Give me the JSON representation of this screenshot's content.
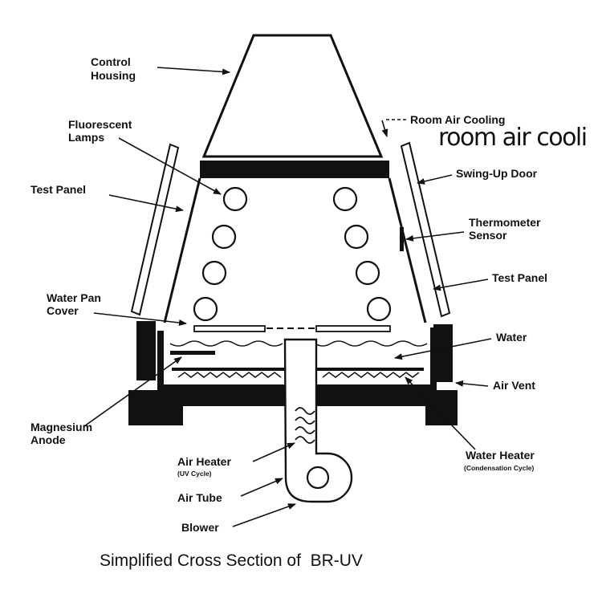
{
  "labels": {
    "control_housing": [
      "Control",
      "Housing"
    ],
    "room_air_cooling": "Room Air Cooling",
    "room_air_cooling_overlay": "room air cooli",
    "fluorescent_lamps": [
      "Fluorescent",
      "Lamps"
    ],
    "swing_up_door": "Swing-Up Door",
    "test_panel_left": "Test Panel",
    "thermometer_sensor": [
      "Thermometer",
      "Sensor"
    ],
    "test_panel_right": "Test Panel",
    "water_pan_cover": [
      "Water Pan",
      "Cover"
    ],
    "water": "Water",
    "air_vent": "Air Vent",
    "magnesium_anode": [
      "Magnesium",
      "Anode"
    ],
    "water_heater": "Water Heater",
    "water_heater_note": "(Condensation Cycle)",
    "air_heater": "Air Heater",
    "air_heater_note": "(UV Cycle)",
    "air_tube": "Air Tube",
    "blower": "Blower"
  },
  "caption": "Simplified Cross Section of  BR-UV"
}
